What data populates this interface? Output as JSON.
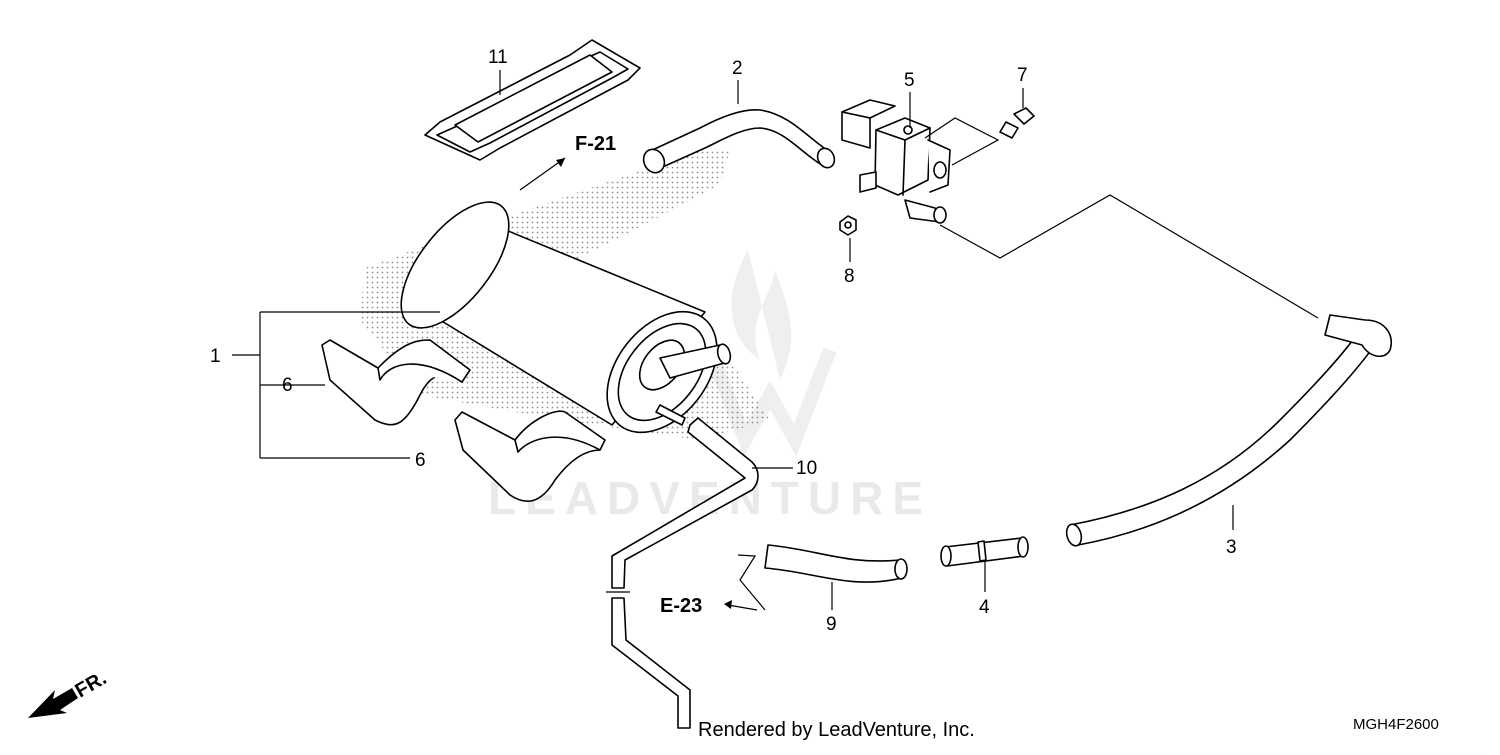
{
  "watermark": {
    "text": "LEADVENTURE"
  },
  "footer": {
    "rendered_by": "Rendered by LeadVenture, Inc.",
    "diagram_code": "MGH4F2600"
  },
  "references": {
    "f21": "F-21",
    "e23": "E-23",
    "front": "FR."
  },
  "callouts": {
    "c1": "1",
    "c2": "2",
    "c3": "3",
    "c4": "4",
    "c5": "5",
    "c6a": "6",
    "c6b": "6",
    "c7": "7",
    "c8": "8",
    "c9": "9",
    "c10": "10",
    "c11": "11"
  },
  "colors": {
    "line": "#000000",
    "background": "#ffffff",
    "watermark": "#e9e9e9"
  }
}
